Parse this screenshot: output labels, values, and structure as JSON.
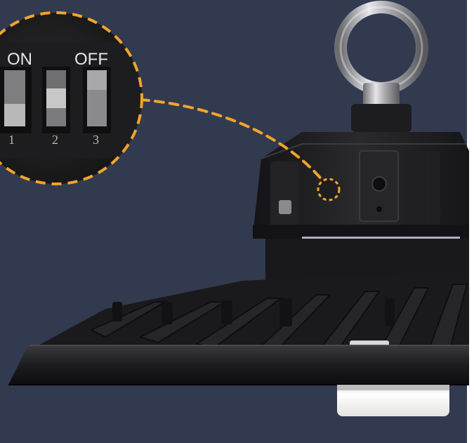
{
  "zoom_callout": {
    "labels": {
      "on": "ON",
      "off": "OFF"
    },
    "switch_numbers": [
      "1",
      "2",
      "3"
    ],
    "highlight_color": "#f2a42a"
  },
  "colors": {
    "background": "#323a50",
    "housing": "#1b1b1d",
    "reflector_rim": "#111214",
    "sensor": "#f2f2f0",
    "hook_metal": "#b8b8bc"
  },
  "icons": [
    "dip-switch-zoom",
    "eye-bolt-hook",
    "high-bay-light-housing",
    "dotted-leader-line"
  ]
}
